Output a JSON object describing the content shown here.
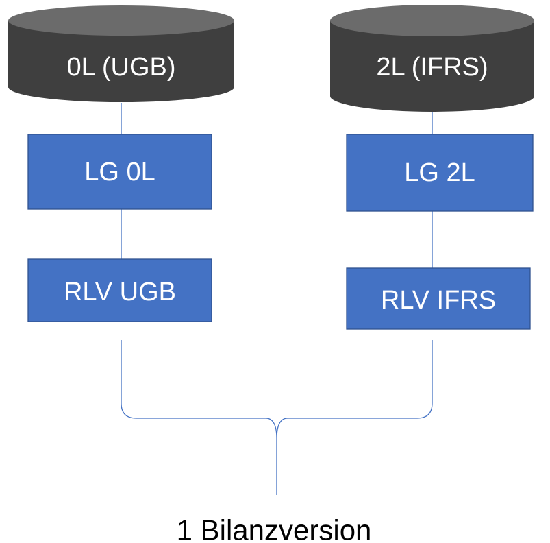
{
  "colors": {
    "database_fill": "#3f3f3f",
    "database_top": "#6b6b6b",
    "box_fill": "#4472c4",
    "box_stroke": "#2f528f",
    "connector": "#4472c4",
    "text_light": "#ffffff",
    "text_dark": "#000000"
  },
  "left_column": {
    "database_label": "0L (UGB)",
    "ledger_group_label": "LG 0L",
    "rlv_label": "RLV UGB"
  },
  "right_column": {
    "database_label": "2L (IFRS)",
    "ledger_group_label": "LG 2L",
    "rlv_label": "RLV IFRS"
  },
  "caption": "1 Bilanzversion"
}
